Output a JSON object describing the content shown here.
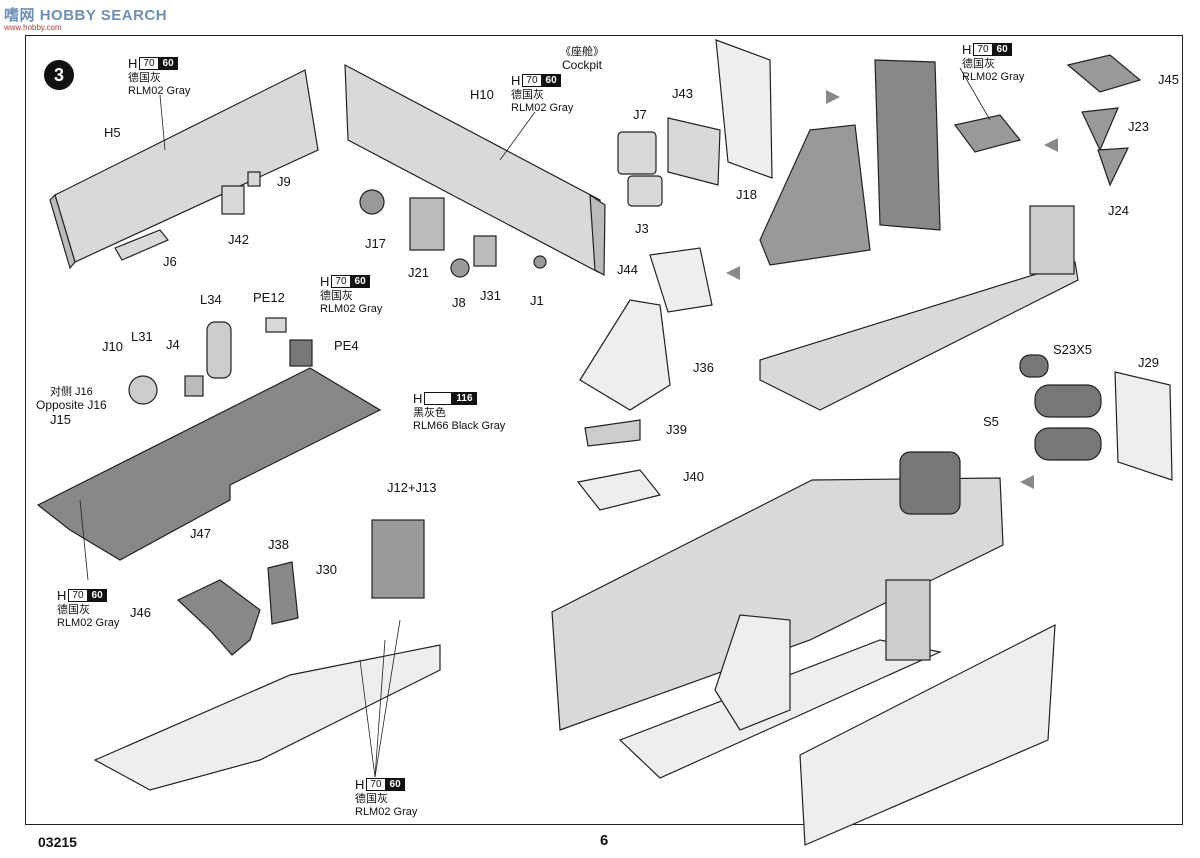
{
  "header": {
    "watermark_brand": "HOBBY SEARCH",
    "watermark_cjk": "嗜网",
    "watermark_url": "www.hobby.com"
  },
  "step": {
    "number": "3"
  },
  "footer": {
    "code": "03215",
    "page": "6"
  },
  "paints": {
    "rlm02": {
      "prefix": "H",
      "code": "70",
      "num": "60",
      "cn": "德国灰",
      "en": "RLM02 Gray"
    },
    "rlm66": {
      "prefix": "H",
      "num": "116",
      "cn": "黑灰色",
      "en": "RLM66 Black Gray"
    }
  },
  "cockpit": {
    "cn": "《座舱》",
    "en": "Cockpit"
  },
  "opposite": {
    "cn": "对侧 J16",
    "en": "Opposite J16"
  },
  "parts": {
    "H5": "H5",
    "H10": "H10",
    "J9": "J9",
    "J42": "J42",
    "J6": "J6",
    "J17": "J17",
    "J21": "J21",
    "J8": "J8",
    "J31": "J31",
    "J1": "J1",
    "J7": "J7",
    "J43": "J43",
    "J18": "J18",
    "J3": "J3",
    "J45": "J45",
    "J23": "J23",
    "J24": "J24",
    "L34": "L34",
    "PE12": "PE12",
    "PE4": "PE4",
    "J10": "J10",
    "L31": "L31",
    "J4": "J4",
    "J15": "J15",
    "J47": "J47",
    "J44": "J44",
    "J36": "J36",
    "J39": "J39",
    "J40": "J40",
    "S23X5": "S23X5",
    "J29": "J29",
    "S5": "S5",
    "J12J13": "J12+J13",
    "J38": "J38",
    "J30": "J30",
    "J46": "J46"
  }
}
